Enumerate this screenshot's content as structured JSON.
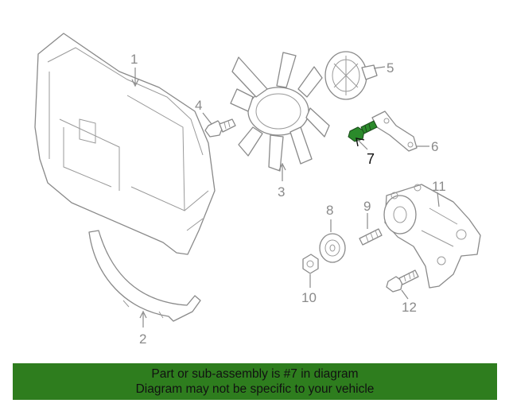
{
  "callouts": {
    "c1": "1",
    "c2": "2",
    "c3": "3",
    "c4": "4",
    "c5": "5",
    "c6": "6",
    "c7": "7",
    "c8": "8",
    "c9": "9",
    "c10": "10",
    "c11": "11",
    "c12": "12"
  },
  "highlighted_part": "7",
  "colors": {
    "highlight": "#2b8a2b",
    "banner": "#2e7d1e",
    "line_art": "#8a8a8a"
  },
  "banner": {
    "line1": "Part or sub-assembly is #7 in diagram",
    "line2": "Diagram may not be specific to your vehicle"
  }
}
